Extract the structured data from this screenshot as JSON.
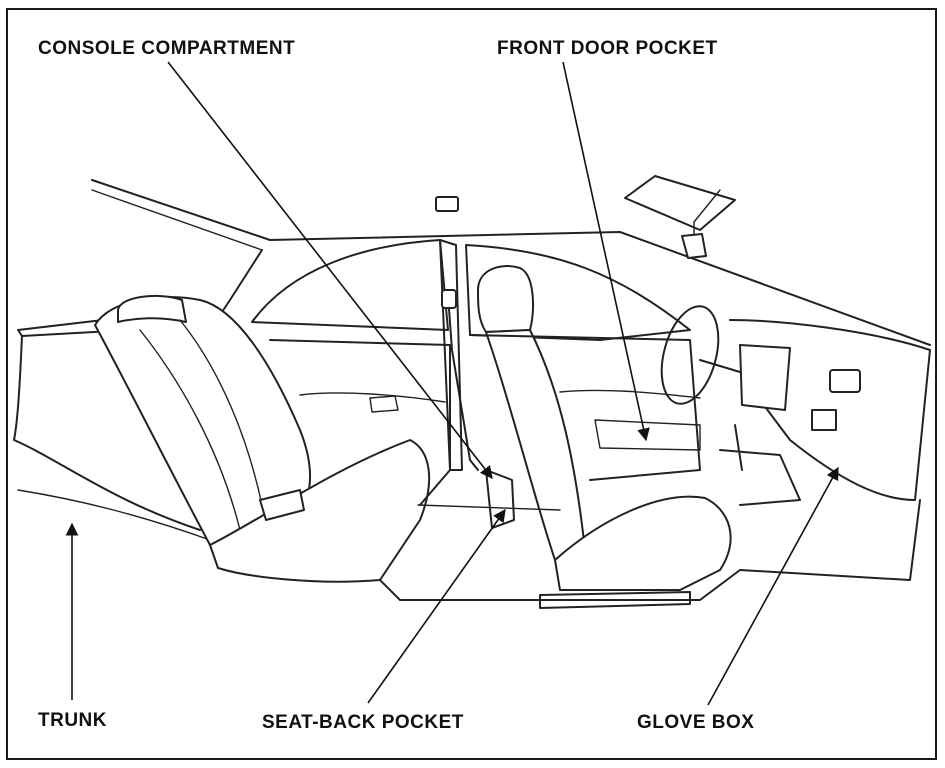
{
  "labels": {
    "console": "CONSOLE COMPARTMENT",
    "front_door": "FRONT DOOR POCKET",
    "trunk": "TRUNK",
    "seat_back": "SEAT-BACK POCKET",
    "glove_box": "GLOVE BOX"
  }
}
